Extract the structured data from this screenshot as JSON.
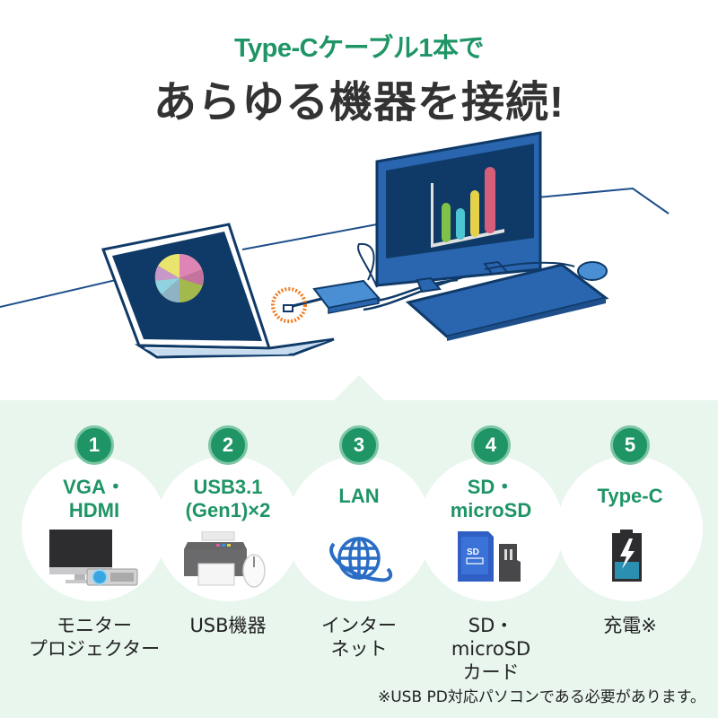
{
  "header": {
    "subtitle": "Type-Cケーブル1本で",
    "title": "あらゆる機器を接続!"
  },
  "illustration": {
    "description": "laptop-connected-to-usb-hub-with-monitor-keyboard-mouse",
    "highlight_color": "#f07a1e",
    "device_color": "#1e5aa6",
    "screen_color": "#0f3a68"
  },
  "colors": {
    "accent_green": "#1f9566",
    "panel_bg": "#e8f6ee",
    "title_text": "#333333"
  },
  "features": [
    {
      "number": "1",
      "label_line1": "VGA・",
      "label_line2": "HDMI",
      "icon": "monitor-projector-icon",
      "caption_line1": "モニター",
      "caption_line2": "プロジェクター",
      "caption_line3": ""
    },
    {
      "number": "2",
      "label_line1": "USB3.1",
      "label_line2": "(Gen1)×2",
      "icon": "printer-mouse-icon",
      "caption_line1": "USB機器",
      "caption_line2": "",
      "caption_line3": ""
    },
    {
      "number": "3",
      "label_line1": "LAN",
      "label_line2": "",
      "icon": "globe-icon",
      "caption_line1": "インター",
      "caption_line2": "ネット",
      "caption_line3": ""
    },
    {
      "number": "4",
      "label_line1": "SD・",
      "label_line2": "microSD",
      "icon": "sd-card-icon",
      "caption_line1": "SD・",
      "caption_line2": "microSD",
      "caption_line3": "カード"
    },
    {
      "number": "5",
      "label_line1": "Type-C",
      "label_line2": "",
      "icon": "battery-charging-icon",
      "caption_line1": "充電※",
      "caption_line2": "",
      "caption_line3": ""
    }
  ],
  "footnote": "※USB PD対応パソコンである必要があります。"
}
